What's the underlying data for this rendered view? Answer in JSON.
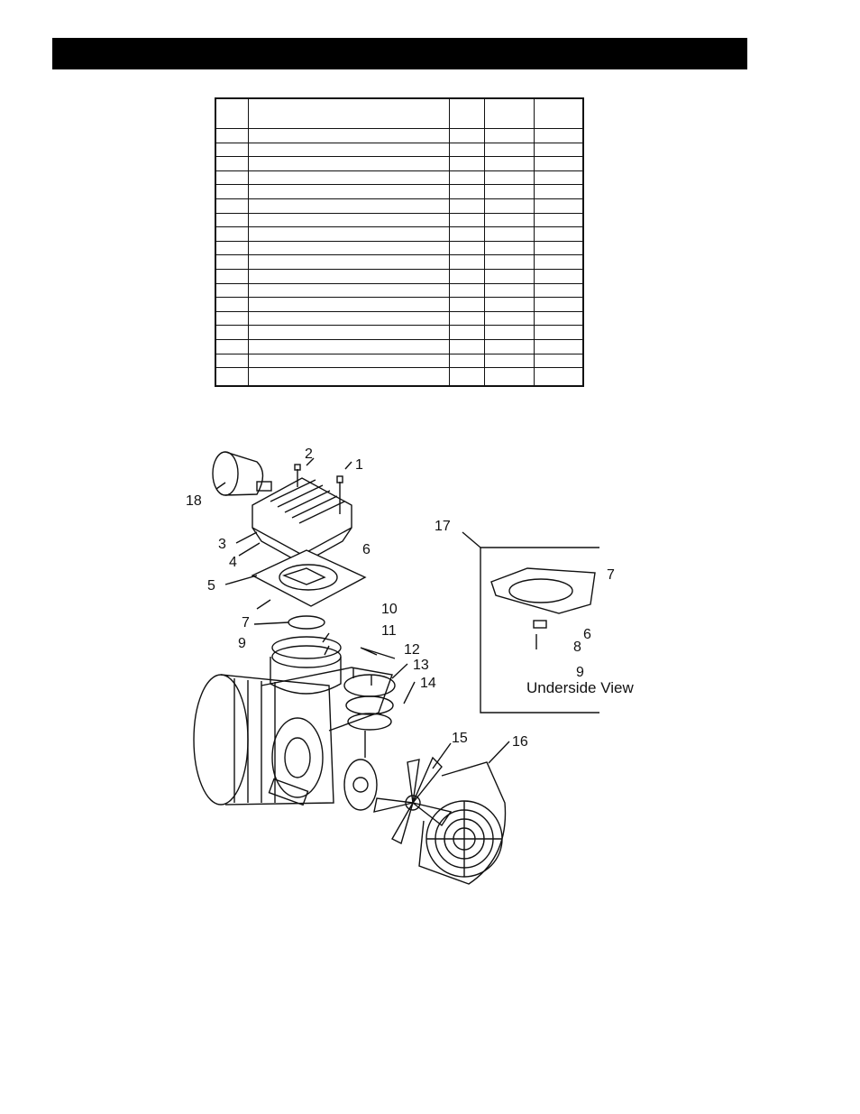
{
  "page": {
    "header_text": ""
  },
  "table": {
    "rows": 19
  },
  "diagram": {
    "callouts": [
      "1",
      "2",
      "3",
      "4",
      "5",
      "6",
      "7",
      "8",
      "9",
      "10",
      "11",
      "12",
      "13",
      "14",
      "15",
      "16",
      "17",
      "18"
    ],
    "inset_caption": "Underside View"
  }
}
